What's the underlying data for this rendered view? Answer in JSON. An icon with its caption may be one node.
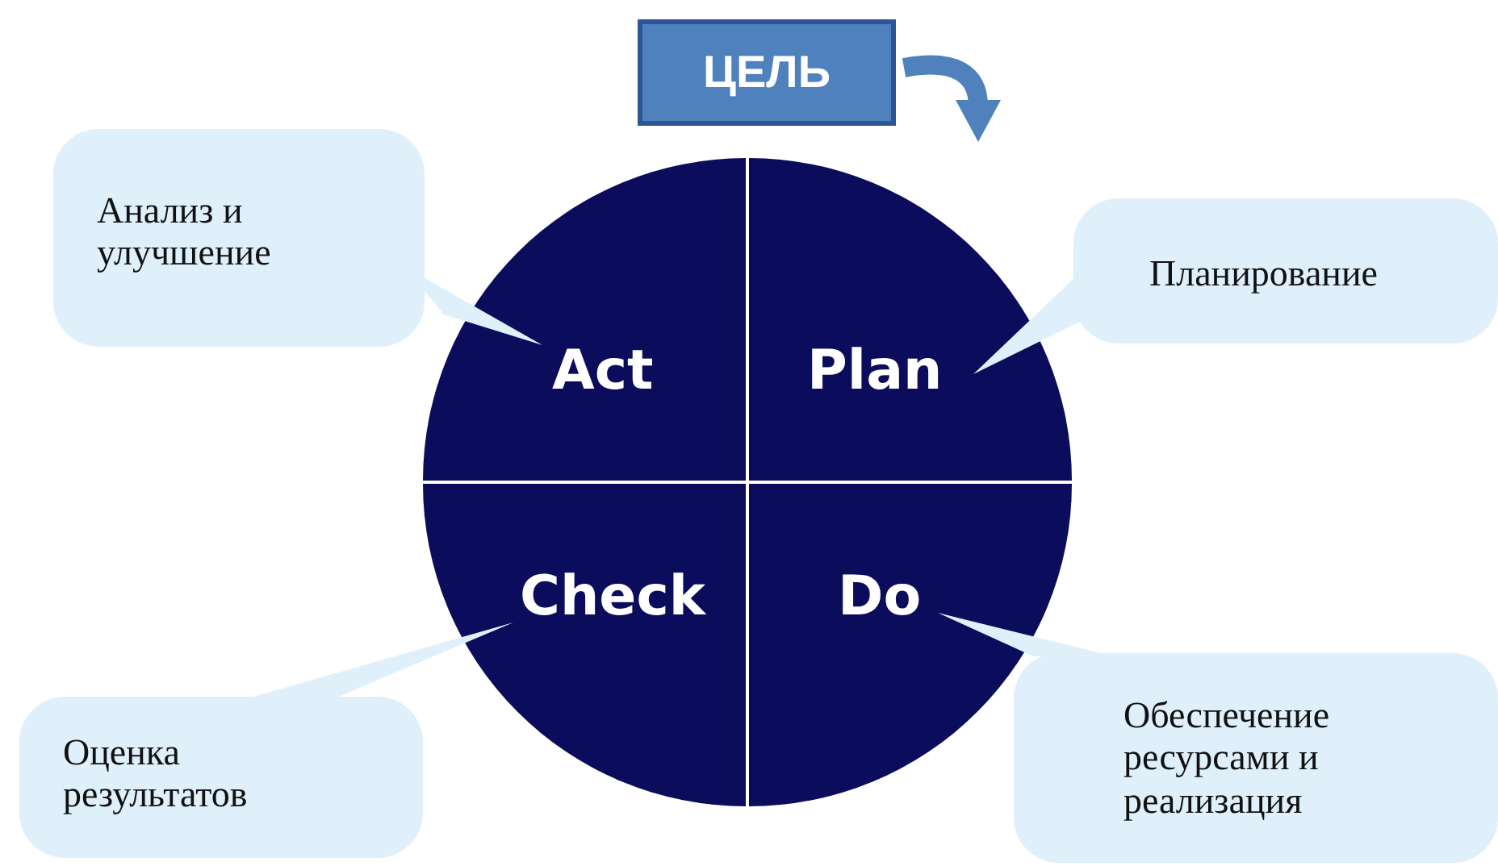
{
  "diagram": {
    "nodes": [
      {
        "text": [
          "ЦЕЛЬ"
        ]
      },
      {
        "text": [
          "Анализ и улучшение"
        ]
      },
      {
        "text": [
          "Планирование"
        ]
      },
      {
        "text": [
          "Act"
        ]
      },
      {
        "text": [
          "Plan"
        ]
      },
      {
        "text": [
          "Check"
        ]
      },
      {
        "text": [
          "Do"
        ]
      },
      {
        "text": [
          "Обеспечение ресурсами и реализация"
        ]
      },
      {
        "text": [
          "Оценка результатов"
        ]
      }
    ],
    "edges": [
      {
        "from": 0,
        "to": null,
        "arrow": "to",
        "color": "#4f81bd"
      },
      {
        "from": 1,
        "to": 3,
        "arrow": "none"
      },
      {
        "from": 2,
        "to": 4,
        "arrow": "none"
      },
      {
        "from": 7,
        "to": 6,
        "arrow": "none"
      },
      {
        "from": 8,
        "to": 5,
        "arrow": "none"
      }
    ]
  }
}
